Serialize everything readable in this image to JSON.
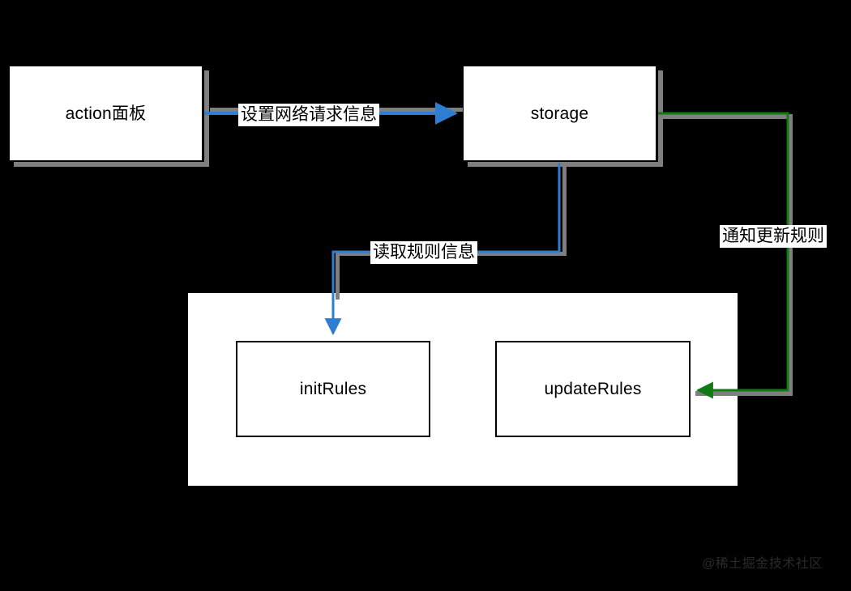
{
  "diagram": {
    "background_color": "#000000",
    "nodes": [
      {
        "id": "action-panel",
        "label": "action面板",
        "fill": "#ffffff",
        "border_color": "#000000"
      },
      {
        "id": "storage",
        "label": "storage",
        "fill": "#ffffff",
        "border_color": "#000000"
      },
      {
        "id": "container",
        "label": "",
        "fill": "#ffffff",
        "border_color": "#ffffff"
      },
      {
        "id": "init-rules",
        "label": "initRules",
        "fill": "#ffffff",
        "border_color": "#000000"
      },
      {
        "id": "update-rules",
        "label": "updateRules",
        "fill": "#ffffff",
        "border_color": "#000000"
      }
    ],
    "edges": [
      {
        "id": "action-to-storage",
        "label": "设置网络请求信息",
        "from": "action-panel",
        "to": "storage",
        "color": "#2d7dd2"
      },
      {
        "id": "storage-to-init",
        "label": "读取规则信息",
        "from": "storage",
        "to": "init-rules",
        "color": "#2d7dd2"
      },
      {
        "id": "storage-to-update",
        "label": "通知更新规则",
        "from": "storage",
        "to": "update-rules",
        "color": "#127a12"
      }
    ],
    "shadow_color": "#7f7f7f",
    "watermark": "@稀土掘金技术社区"
  }
}
